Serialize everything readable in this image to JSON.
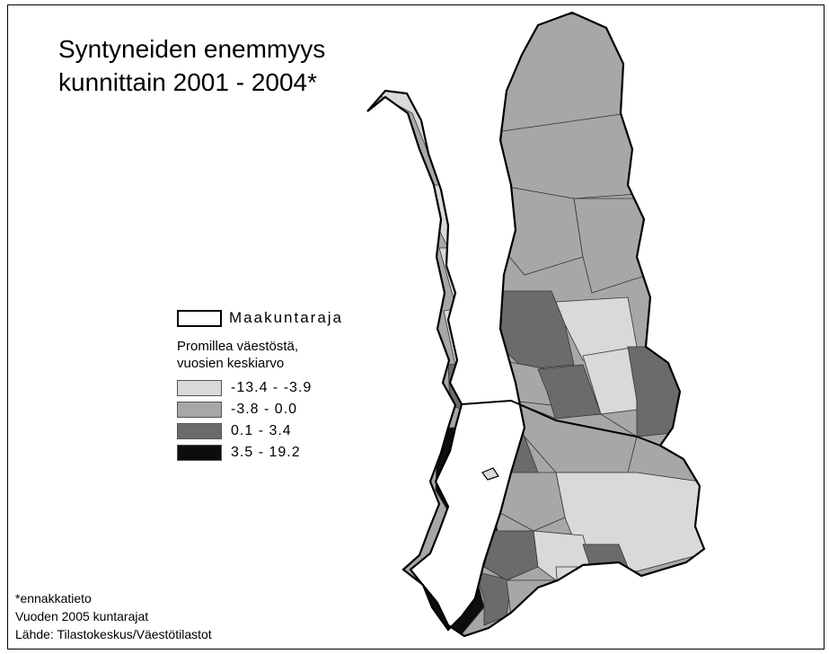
{
  "title": "Syntyneiden enemmyys\nkunnittain 2001 - 2004*",
  "legend": {
    "border_label": "Maakuntaraja",
    "heading": "Promillea väestöstä,\nvuosien keskiarvo",
    "classes": [
      {
        "label": "-13.4 - -3.9",
        "color": "#d9d9d9"
      },
      {
        "label": "-3.8 - 0.0",
        "color": "#a7a7a7"
      },
      {
        "label": "0.1 - 3.4",
        "color": "#6b6b6b"
      },
      {
        "label": "3.5 - 19.2",
        "color": "#0d0d0d"
      }
    ]
  },
  "footnotes": [
    "*ennakkatieto",
    "Vuoden 2005 kuntarajat",
    "Lähde: Tilastokeskus/Väestötilastot"
  ]
}
